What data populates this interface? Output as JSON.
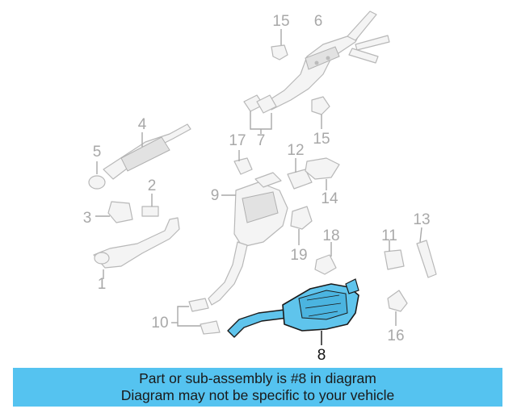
{
  "diagram": {
    "callouts": {
      "c1": "1",
      "c2": "2",
      "c3": "3",
      "c4": "4",
      "c5": "5",
      "c6": "6",
      "c7": "7",
      "c8": "8",
      "c9": "9",
      "c10": "10",
      "c11": "11",
      "c12": "12",
      "c13": "13",
      "c14": "14",
      "c15a": "15",
      "c15b": "15",
      "c16": "16",
      "c17": "17",
      "c18": "18",
      "c19": "19"
    },
    "highlighted_part": "8",
    "colors": {
      "line_art": "#b8b8b8",
      "callout_text": "#a8a8a8",
      "highlight_fill": "#5fc4ec",
      "highlight_outline": "#1a1a1a"
    }
  },
  "banner": {
    "line1": "Part or sub-assembly is #8 in diagram",
    "line2": "Diagram may not be specific to your vehicle",
    "background": "#55c3f0"
  }
}
